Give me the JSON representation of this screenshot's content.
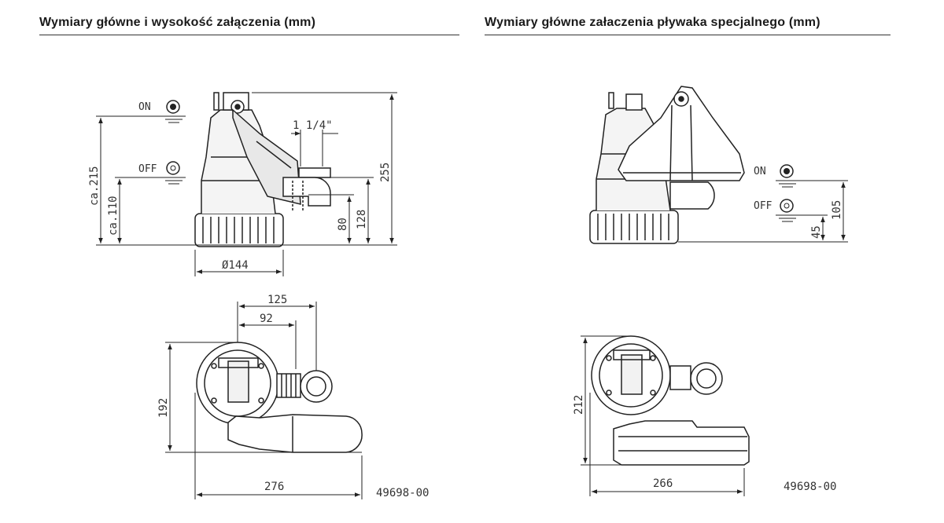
{
  "left_panel": {
    "title": "Wymiary główne i wysokość załączenia (mm)",
    "on_label": "ON",
    "off_label": "OFF",
    "dims": {
      "ca215": "ca.215",
      "ca110": "ca.110",
      "thread": "1 1/4\"",
      "h255": "255",
      "h128": "128",
      "h80": "80",
      "dia144": "Ø144",
      "w125": "125",
      "w92": "92",
      "h192": "192",
      "w276": "276"
    },
    "drawing_no": "49698-00"
  },
  "right_panel": {
    "title": "Wymiary główne załaczenia pływaka specjalnego (mm)",
    "on_label": "ON",
    "off_label": "OFF",
    "dims": {
      "h105": "105",
      "h45": "45",
      "h212": "212",
      "w266": "266"
    },
    "drawing_no": "49698-00"
  }
}
